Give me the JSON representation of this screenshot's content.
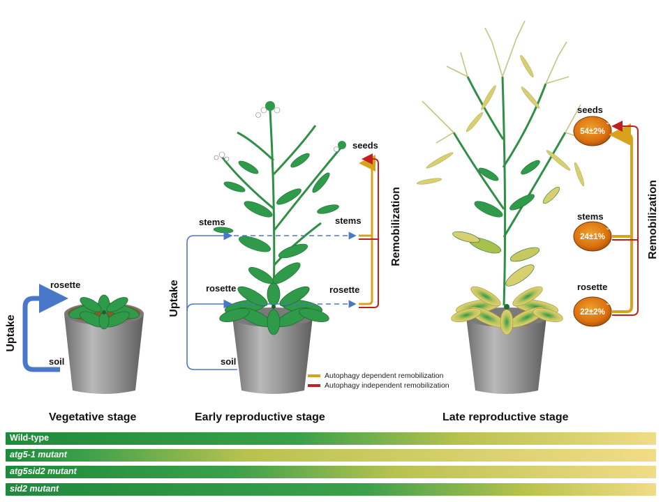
{
  "colors": {
    "uptake_blue": "#4a78c8",
    "autophagy_dependent": "#d9a21c",
    "autophagy_independent": "#c0201e",
    "leaf_green": "#2e9a4a",
    "stem_green": "#2f8f45",
    "senescent_yellow": "#e8d27a",
    "pot_gray": "#8f8f8f",
    "node_orange": "#d9700f"
  },
  "vegetative": {
    "title": "Vegetative stage",
    "uptake": "Uptake",
    "rosette": "rosette",
    "soil": "soil"
  },
  "early": {
    "title": "Early reproductive stage",
    "uptake": "Uptake",
    "remobilization": "Remobilization",
    "left_stems": "stems",
    "left_rosette": "rosette",
    "soil": "soil",
    "right_seeds": "seeds",
    "right_stems": "stems",
    "right_rosette": "rosette"
  },
  "late": {
    "title": "Late reproductive stage",
    "remobilization": "Remobilization",
    "seeds": "seeds",
    "stems": "stems",
    "rosette": "rosette",
    "seeds_value": "54±2%",
    "stems_value": "24±1%",
    "rosette_value": "22±2%",
    "superscript": "3"
  },
  "legend": {
    "dependent": "Autophagy dependent remobilization",
    "independent": "Autophagy independent remobilization"
  },
  "bars": [
    {
      "label": "Wild-type",
      "italic": false,
      "green_stop": 0.45
    },
    {
      "label": "atg5-1 mutant",
      "italic": true,
      "green_stop": 0.12
    },
    {
      "label": "atg5sid2 mutant",
      "italic": true,
      "green_stop": 0.35
    },
    {
      "label": "sid2 mutant",
      "italic": true,
      "green_stop": 0.55
    }
  ]
}
